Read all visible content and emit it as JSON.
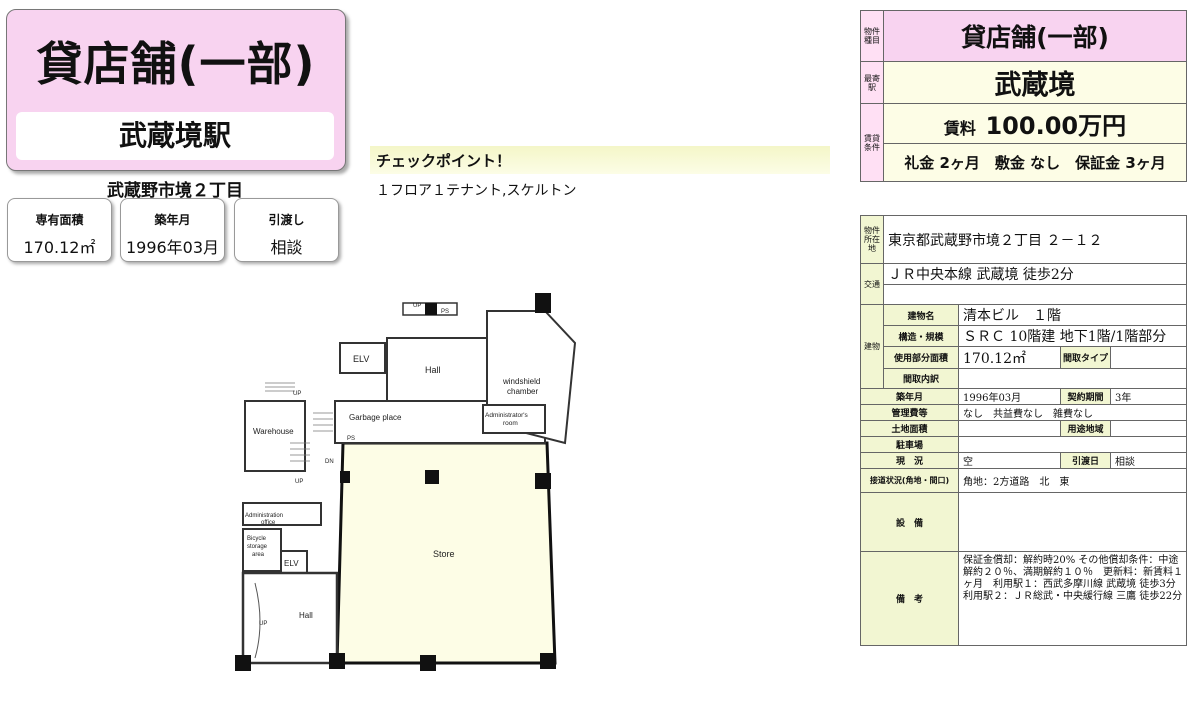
{
  "header": {
    "property_type": "貸店舗(一部)",
    "station": "武蔵境駅",
    "address_short": "武蔵野市境２丁目"
  },
  "specs": [
    {
      "label": "専有面積",
      "value": "170.12㎡"
    },
    {
      "label": "築年月",
      "value": "1996年03月"
    },
    {
      "label": "引渡し",
      "value": "相談"
    }
  ],
  "checkpoint": {
    "title": "チェックポイント！",
    "text": "１フロア１テナント,スケルトン"
  },
  "summary": {
    "type_label": "物件種目",
    "type_value": "貸店舗(一部)",
    "station_label": "最寄駅",
    "station_value": "武蔵境",
    "terms_label": "賃貸条件",
    "rent_label": "賃料",
    "rent_value": "100.00万円",
    "deposits": "礼金 2ヶ月　敷金 なし　保証金 3ヶ月"
  },
  "details": {
    "location_label": "物件所在地",
    "location_value": "東京都武蔵野市境２丁目 ２－１２",
    "transport_label": "交通",
    "transport_value": "ＪＲ中央本線 武蔵境 徒歩2分",
    "building_label": "建物",
    "building_name_label": "建物名",
    "building_name_value": "清本ビル　１階",
    "structure_label": "構造・規模",
    "structure_value": "ＳＲＣ 10階建 地下1階/1階部分",
    "area_label": "使用部分面積",
    "area_value": "170.12㎡",
    "layout_type_label": "間取タイプ",
    "layout_detail_label": "間取内訳",
    "built_label": "築年月",
    "built_value": "1996年03月",
    "contract_label": "契約期間",
    "contract_value": "3年",
    "mgmt_label": "管理費等",
    "mgmt_value": "なし　共益費なし　雑費なし",
    "land_label": "土地面積",
    "zoning_label": "用途地域",
    "parking_label": "駐車場",
    "status_label": "現　況",
    "status_value": "空",
    "handover_label": "引渡日",
    "handover_value": "相談",
    "road_label": "接道状況(角地・間口)",
    "road_value": "角地：2方道路　北　東",
    "equipment_label": "設　備",
    "remarks_label": "備　考",
    "remarks_value": "保証金償却：解約時20% その他償却条件：中途解約２０％、満期解約１０％　更新料：新賃料１ヶ月　利用駅１：西武多摩川線 武蔵境 徒歩3分　利用駅２：ＪＲ総武・中央緩行線 三鷹 徒歩22分"
  },
  "floor_plan": {
    "labels": {
      "up": "UP",
      "ps": "PS",
      "elv": "ELV",
      "hall": "Hall",
      "windshield": "windshield",
      "chamber": "chamber",
      "garbage": "Garbage place",
      "admin_room_1": "Administrator's",
      "admin_room_2": "room",
      "warehouse": "Warehouse",
      "dn": "DN",
      "admin_office_1": "Administration",
      "admin_office_2": "office",
      "bicycle_1": "Bicycle",
      "bicycle_2": "storage",
      "bicycle_3": "area",
      "store": "Store"
    },
    "colors": {
      "store": "#fdfde6",
      "hallway": "#ffffff",
      "wall": "#111111"
    }
  }
}
